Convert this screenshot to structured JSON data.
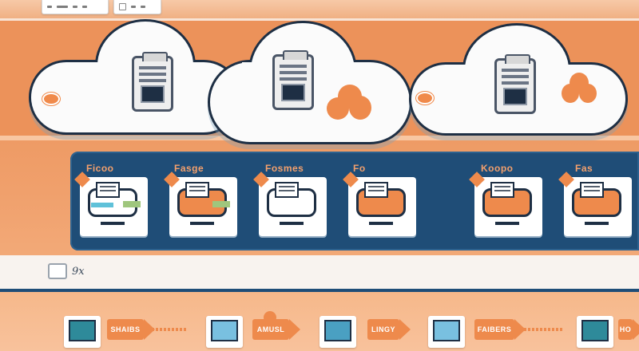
{
  "colors": {
    "accent": "#ee8a4c",
    "navy": "#1f4d77",
    "outline": "#1e2f44"
  },
  "panel": {
    "labels": [
      "Ficoo",
      "Fasge",
      "Fosmes",
      "Fo",
      "Koopo",
      "Fas"
    ]
  },
  "strip": {
    "label": "9x"
  },
  "bottom": {
    "labels": [
      "SHAIBS",
      "AMUSL",
      "LINGY",
      "FAIBERS",
      "HO"
    ]
  },
  "icons": {
    "server": "server-icon",
    "cluster": "cloud-cluster-icon",
    "monitor": "monitor-icon"
  }
}
